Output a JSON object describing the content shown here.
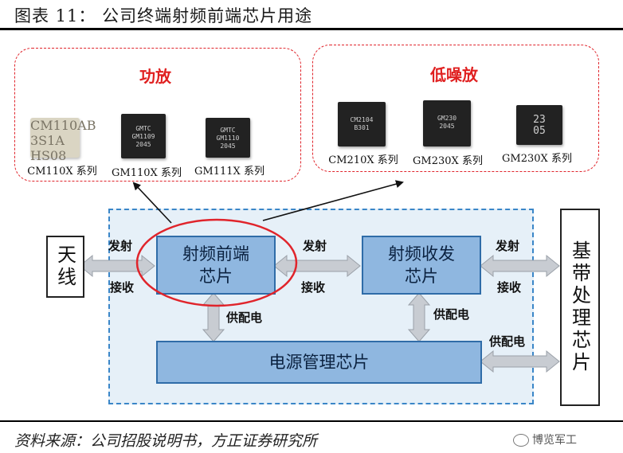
{
  "figure_title": "图表 11： 公司终端射频前端芯片用途",
  "groups": {
    "pa": {
      "title": "功放",
      "products": [
        {
          "caption": "CM110X 系列",
          "marking": "CM110AB\n3S1A\nHS08"
        },
        {
          "caption": "GM110X 系列",
          "marking": "GMTC\nGM1109\n2045"
        },
        {
          "caption": "GM111X 系列",
          "marking": "GMTC\nGM1110\n2045"
        }
      ]
    },
    "lna": {
      "title": "低噪放",
      "products": [
        {
          "caption": "CM210X 系列",
          "marking": "CM2104\nB301"
        },
        {
          "caption": "GM230X 系列",
          "marking": "GM230\n2045"
        },
        {
          "caption": "GM230X 系列",
          "marking": "23\n05"
        }
      ]
    }
  },
  "blocks": {
    "antenna": "天线",
    "rf_front_end": "射频前端\n芯片",
    "transceiver": "射频收发\n芯片",
    "power_mgmt": "电源管理芯片",
    "baseband": "基带处理芯片"
  },
  "arrow_labels": {
    "ant_tx": "发射",
    "ant_rx": "接收",
    "fe_tx": "发射",
    "fe_rx": "接收",
    "bb_tx": "发射",
    "bb_rx": "接收",
    "pwr_fe": "供配电",
    "pwr_tr": "供配电",
    "pwr_bb": "供配电"
  },
  "source": "资料来源：公司招股说明书，方正证券研究所",
  "watermark": "博览军工",
  "colors": {
    "accent_red": "#e0242b",
    "block_fill": "#8fb7e0",
    "block_border": "#2f6ca8",
    "dashed_blue": "#3a86c8",
    "panel_fill": "#e6f0f8",
    "arrow_fill": "#c8ccd2"
  }
}
